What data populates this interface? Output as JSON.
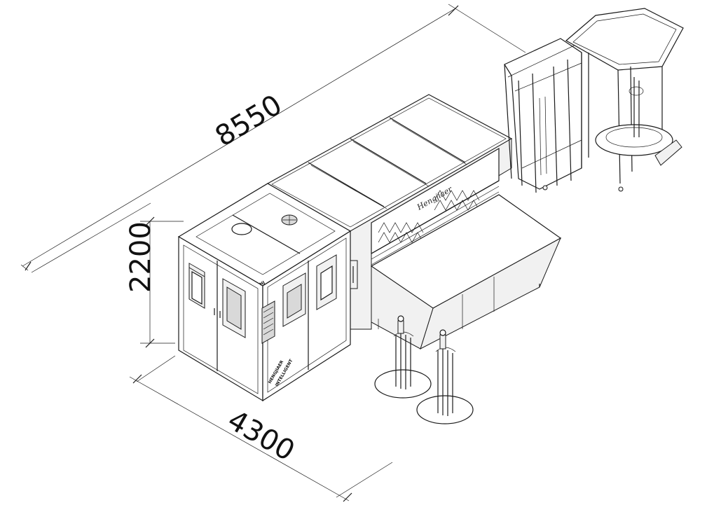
{
  "dimensions": {
    "length": "8550",
    "height": "2200",
    "width": "4300"
  },
  "machine": {
    "brand_script": "Hengjiaer",
    "side_label_line1": "HENGJIAER",
    "side_label_line2": "INTELLIGENT",
    "panel_badge": "HJ"
  }
}
